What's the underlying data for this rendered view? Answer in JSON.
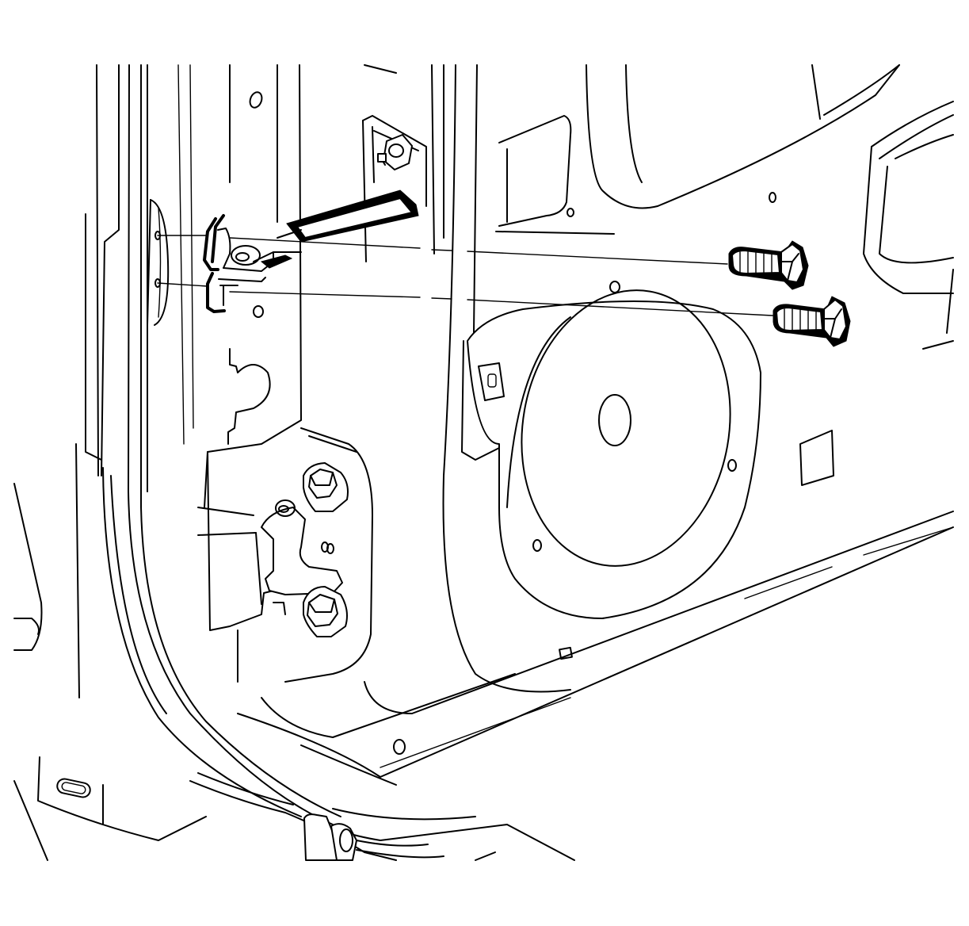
{
  "diagram": {
    "kind": "line-art",
    "labels": [],
    "parts": [
      {
        "name": "door-inner-panel"
      },
      {
        "name": "upper-door-hinge"
      },
      {
        "name": "lower-door-hinge"
      },
      {
        "name": "hinge-bolt-upper"
      },
      {
        "name": "hinge-bolt-lower"
      },
      {
        "name": "speaker-opening"
      },
      {
        "name": "door-check-link"
      },
      {
        "name": "door-wiring-harness"
      }
    ],
    "colors": {
      "ink": "#000000",
      "paper": "#ffffff"
    }
  }
}
